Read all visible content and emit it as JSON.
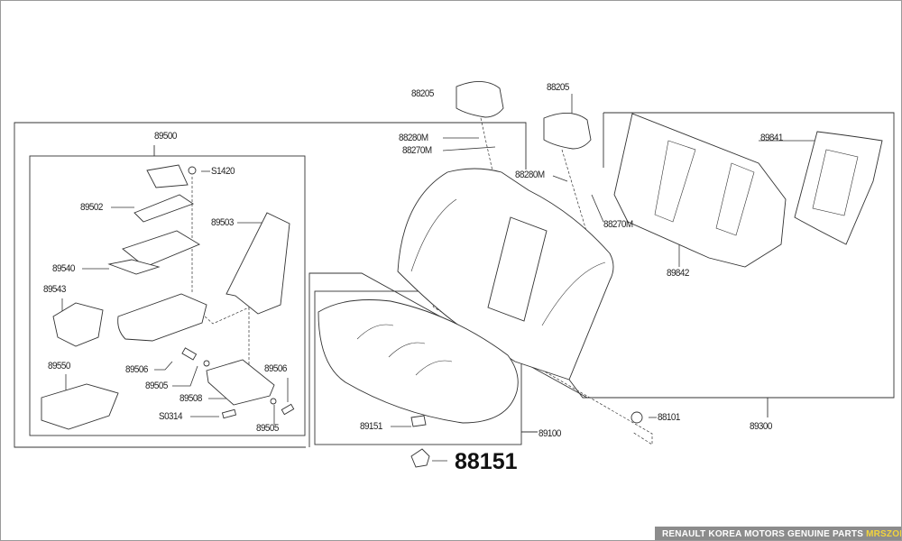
{
  "diagram": {
    "featured_part": "88151",
    "labels": {
      "headrest_left": "88205",
      "headrest_right": "88205",
      "guide_left_a": "88280M",
      "guide_left_b": "88270M",
      "guide_right_a": "88280M",
      "guide_right_b": "88270M",
      "seatback_cover": "89841",
      "seatback_panel": "89842",
      "seatback_assy": "89300",
      "bolt": "88101",
      "cushion_assy": "89100",
      "clip": "89151",
      "armrest_assy": "89500",
      "screw_top": "S1420",
      "lid": "89502",
      "armrest_cover": "89503",
      "tray": "89540",
      "cup_holder": "89543",
      "pocket": "89550",
      "bolt_a": "89506",
      "washer_a": "89505",
      "bracket": "89508",
      "screw_bottom": "S0314",
      "bolt_b": "89506",
      "washer_b": "89505"
    }
  },
  "watermark": {
    "text": "RENAULT KOREA MOTORS GENUINE PARTS",
    "brand": "MRSZONE",
    "accent": "#f2d43c",
    "background": "#8c8c8c"
  }
}
